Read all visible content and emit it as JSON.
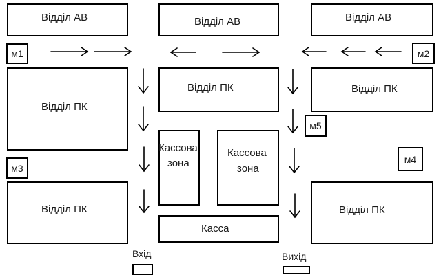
{
  "diagram": {
    "title": "",
    "departments_av": [
      {
        "id": "av-left",
        "label": "Відділ АВ"
      },
      {
        "id": "av-center",
        "label": "Відділ АВ"
      },
      {
        "id": "av-right",
        "label": "Відділ АВ"
      }
    ],
    "departments_pk": [
      {
        "id": "pk-left-top",
        "label": "Відділ ПК"
      },
      {
        "id": "pk-center-top",
        "label": "Відділ ПК"
      },
      {
        "id": "pk-right-top",
        "label": "Відділ ПК"
      },
      {
        "id": "pk-left-bottom",
        "label": "Відділ ПК"
      },
      {
        "id": "pk-right-bottom",
        "label": "Відділ ПК"
      }
    ],
    "checkout_zones": [
      {
        "id": "zone-1",
        "label_line1": "Кассова",
        "label_line2": "зона"
      },
      {
        "id": "zone-2",
        "label_line1": "Кассова",
        "label_line2": "зона"
      }
    ],
    "cashier": {
      "label": "Касса"
    },
    "markers": [
      {
        "id": "m1",
        "label": "м1"
      },
      {
        "id": "m2",
        "label": "м2"
      },
      {
        "id": "m3",
        "label": "м3"
      },
      {
        "id": "m4",
        "label": "м4"
      },
      {
        "id": "m5",
        "label": "м5"
      }
    ],
    "entrance": {
      "label": "Вхід"
    },
    "exit": {
      "label": "Вихід"
    },
    "flow_arrows": {
      "top_row": [
        "right",
        "right",
        "left",
        "right",
        "left",
        "left",
        "left"
      ],
      "left_aisle": [
        "down",
        "down",
        "down",
        "down"
      ],
      "right_aisle": [
        "down",
        "down",
        "down",
        "down"
      ]
    }
  }
}
